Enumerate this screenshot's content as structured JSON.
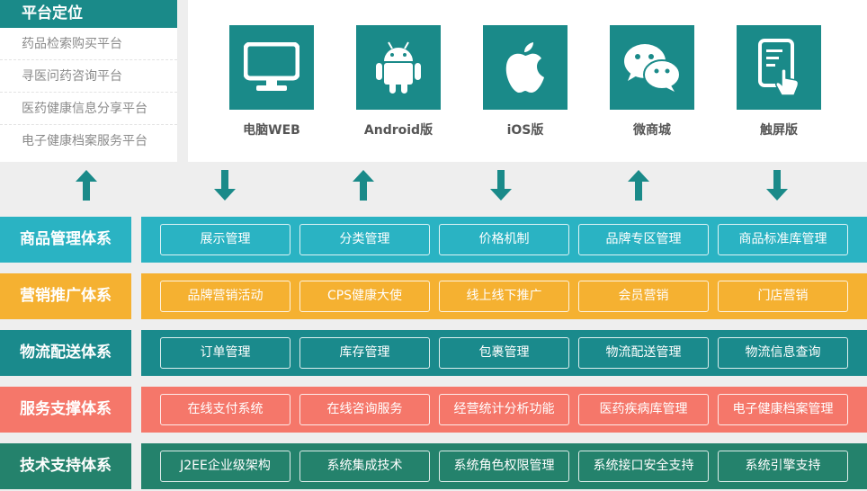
{
  "positioning": {
    "title": "平台定位",
    "items": [
      "药品检索购买平台",
      "寻医问药咨询平台",
      "医药健康信息分享平台",
      "电子健康档案服务平台"
    ]
  },
  "platforms": [
    {
      "label": "电脑WEB",
      "icon": "monitor-icon"
    },
    {
      "label": "Android版",
      "icon": "android-icon"
    },
    {
      "label": "iOS版",
      "icon": "apple-icon"
    },
    {
      "label": "微商城",
      "icon": "wechat-icon"
    },
    {
      "label": "触屏版",
      "icon": "touchscreen-icon"
    }
  ],
  "arrows": [
    "up",
    "down",
    "up",
    "down",
    "up",
    "down"
  ],
  "systems": [
    {
      "name": "商品管理体系",
      "color": "#2ab3c3",
      "items": [
        "展示管理",
        "分类管理",
        "价格机制",
        "品牌专区管理",
        "商品标准库管理"
      ]
    },
    {
      "name": "营销推广体系",
      "color": "#f5b131",
      "items": [
        "品牌营销活动",
        "CPS健康大使",
        "线上线下推广",
        "会员营销",
        "门店营销"
      ]
    },
    {
      "name": "物流配送体系",
      "color": "#1a8a8c",
      "items": [
        "订单管理",
        "库存管理",
        "包裹管理",
        "物流配送管理",
        "物流信息查询"
      ]
    },
    {
      "name": "服务支撑体系",
      "color": "#f5776a",
      "items": [
        "在线支付系统",
        "在线咨询服务",
        "经营统计分析功能",
        "医药疾病库管理",
        "电子健康档案管理"
      ]
    },
    {
      "name": "技术支持体系",
      "color": "#24826c",
      "items": [
        "J2EE企业级架构",
        "系统集成技术",
        "系统角色权限管理",
        "系统接口安全支持",
        "系统引擎支持"
      ]
    }
  ],
  "colors": {
    "teal": "#1a8a89",
    "arrow": "#1a8a89"
  }
}
